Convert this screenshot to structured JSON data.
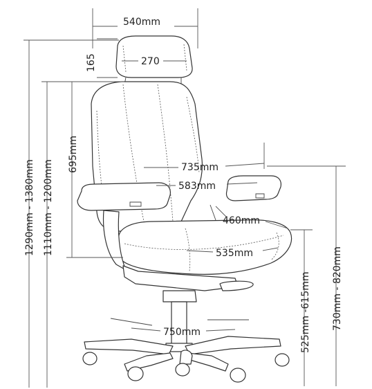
{
  "colors": {
    "background": "#ffffff",
    "line": "#333333",
    "text": "#222222"
  },
  "dimensions": {
    "total_width": "540mm",
    "headrest_height": "165",
    "headrest_width": "270",
    "back_height": "695mm",
    "overall_height": "1290mm - 1380mm",
    "shoulder_height": "1110mm - 1200mm",
    "arm_span": "735mm",
    "inner_arm": "583mm",
    "seat_depth": "460mm",
    "seat_width": "535mm",
    "base_diameter": "750mm",
    "seat_height": "525mm -615mm",
    "arm_height": "730mm - 820mm"
  }
}
